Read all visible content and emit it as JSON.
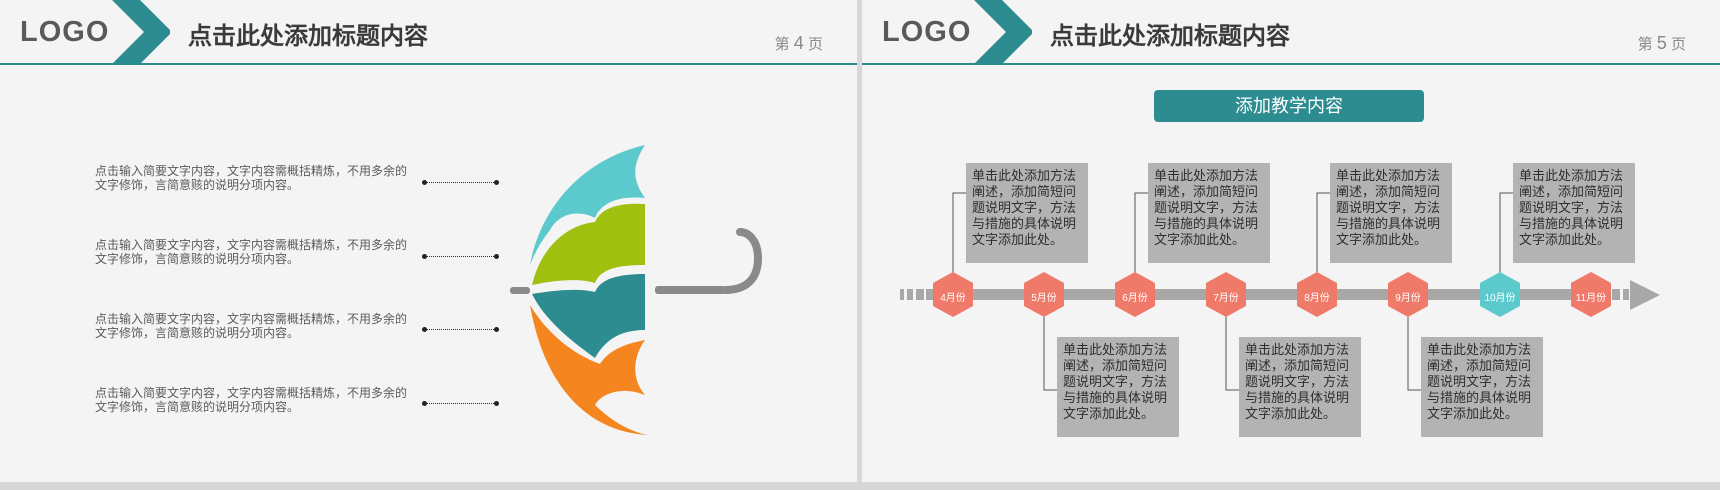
{
  "colors": {
    "teal": "#2c8c8f",
    "light_teal": "#5ccacd",
    "lime": "#a0c010",
    "orange": "#f5861f",
    "salmon": "#f07a6a",
    "gray_box": "#b3b3b3",
    "arrow_gray": "#a8a8a8"
  },
  "slides": [
    {
      "logo": "LOGO",
      "title": "点击此处添加标题内容",
      "page": {
        "prefix": "第",
        "number": "4",
        "suffix": "页"
      },
      "items": [
        "点击输入简要文字内容，文字内容需概括精炼，不用多余的文字修饰，言简意赅的说明分项内容。",
        "点击输入简要文字内容，文字内容需概括精炼，不用多余的文字修饰，言简意赅的说明分项内容。",
        "点击输入简要文字内容，文字内容需概括精炼，不用多余的文字修饰，言简意赅的说明分项内容。",
        "点击输入简要文字内容，文字内容需概括精炼，不用多余的文字修饰，言简意赅的说明分项内容。"
      ],
      "umbrella_icon": "umbrella-icon"
    },
    {
      "logo": "LOGO",
      "title": "点击此处添加标题内容",
      "page": {
        "prefix": "第",
        "number": "5",
        "suffix": "页"
      },
      "subtitle": "添加教学内容",
      "months": [
        "4月份",
        "5月份",
        "6月份",
        "7月份",
        "8月份",
        "9月份",
        "10月份",
        "11月份"
      ],
      "highlight_month": "10月份",
      "notes_top": [
        "单击此处添加方法阐述，添加简短问题说明文字，方法与措施的具体说明文字添加此处。",
        "单击此处添加方法阐述，添加简短问题说明文字，方法与措施的具体说明文字添加此处。",
        "单击此处添加方法阐述，添加简短问题说明文字，方法与措施的具体说明文字添加此处。",
        "单击此处添加方法阐述，添加简短问题说明文字，方法与措施的具体说明文字添加此处。"
      ],
      "notes_bottom": [
        "单击此处添加方法阐述，添加简短问题说明文字，方法与措施的具体说明文字添加此处。",
        "单击此处添加方法阐述，添加简短问题说明文字，方法与措施的具体说明文字添加此处。",
        "单击此处添加方法阐述，添加简短问题说明文字，方法与措施的具体说明文字添加此处。"
      ]
    }
  ]
}
